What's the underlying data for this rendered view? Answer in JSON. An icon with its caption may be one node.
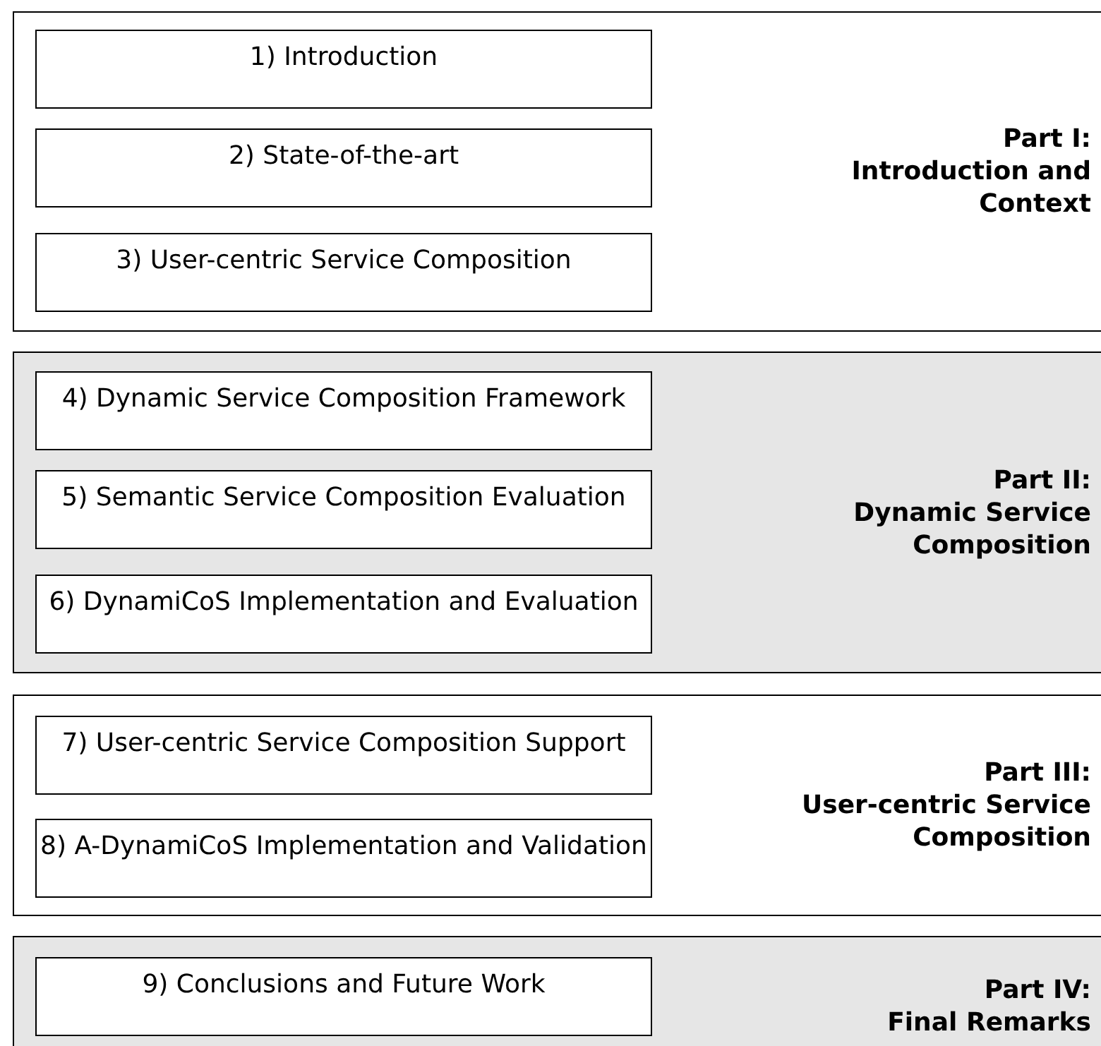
{
  "diagram": {
    "nodes": [
      {
        "text": [
          "Part I:",
          "Introduction and Context"
        ]
      },
      {
        "text": [
          "1) Introduction"
        ],
        "in": 0
      },
      {
        "text": [
          "2) State-of-the-art"
        ],
        "in": 0
      },
      {
        "text": [
          "3) User-centric Service Composition"
        ],
        "in": 0
      },
      {
        "text": [
          "Part II:",
          "Dynamic Service Composition"
        ]
      },
      {
        "text": [
          "4) Dynamic Service Composition Framework"
        ],
        "in": 4
      },
      {
        "text": [
          "5) Semantic Service Composition Evaluation"
        ],
        "in": 4
      },
      {
        "text": [
          "6) DynamiCoS Implementation and Evaluation"
        ],
        "in": 4
      },
      {
        "text": [
          "Part III:",
          "User-centric Service Composition"
        ]
      },
      {
        "text": [
          "7) User-centric Service Composition Support"
        ],
        "in": 8
      },
      {
        "text": [
          "8) A-DynamiCoS Implementation and Validation"
        ],
        "in": 8
      },
      {
        "text": [
          "Part IV:",
          "Final Remarks"
        ]
      },
      {
        "text": [
          "9) Conclusions and Future Work"
        ],
        "in": 11
      }
    ]
  }
}
